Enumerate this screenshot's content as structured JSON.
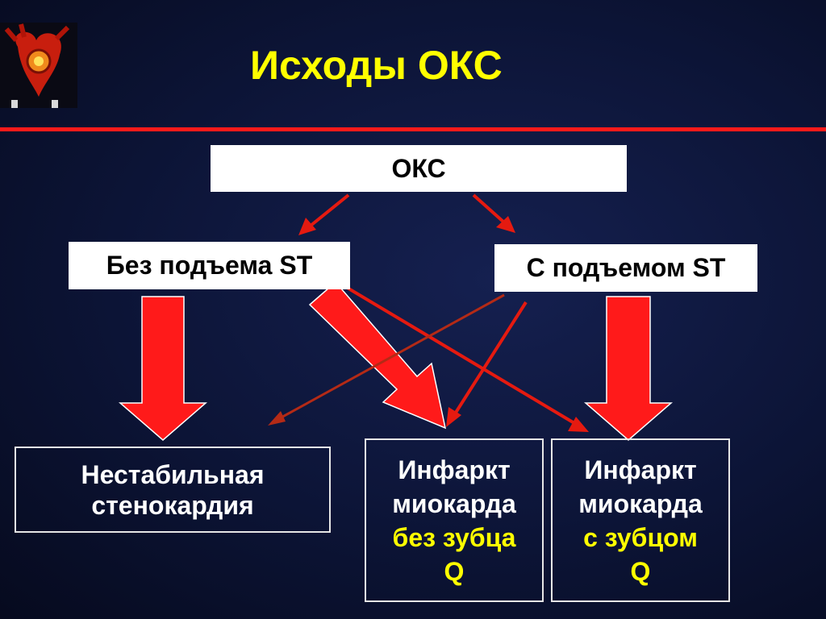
{
  "title": "Исходы ОКС",
  "colors": {
    "title": "#ffff00",
    "accent": "#ff1a1a",
    "background": "#0c1436"
  },
  "diagram": {
    "root": "ОКС",
    "branch_left": "Без подъема ST",
    "branch_right": "С подъемом ST",
    "outcome_unstable": {
      "line1": "Нестабильная",
      "line2": "стенокардия"
    },
    "outcome_non_q": {
      "line1": "Инфаркт",
      "line2": "миокарда",
      "line3": "без зубца",
      "line4": "Q"
    },
    "outcome_q": {
      "line1": "Инфаркт",
      "line2": "миокарда",
      "line3": "с зубцом",
      "line4": "Q"
    }
  }
}
